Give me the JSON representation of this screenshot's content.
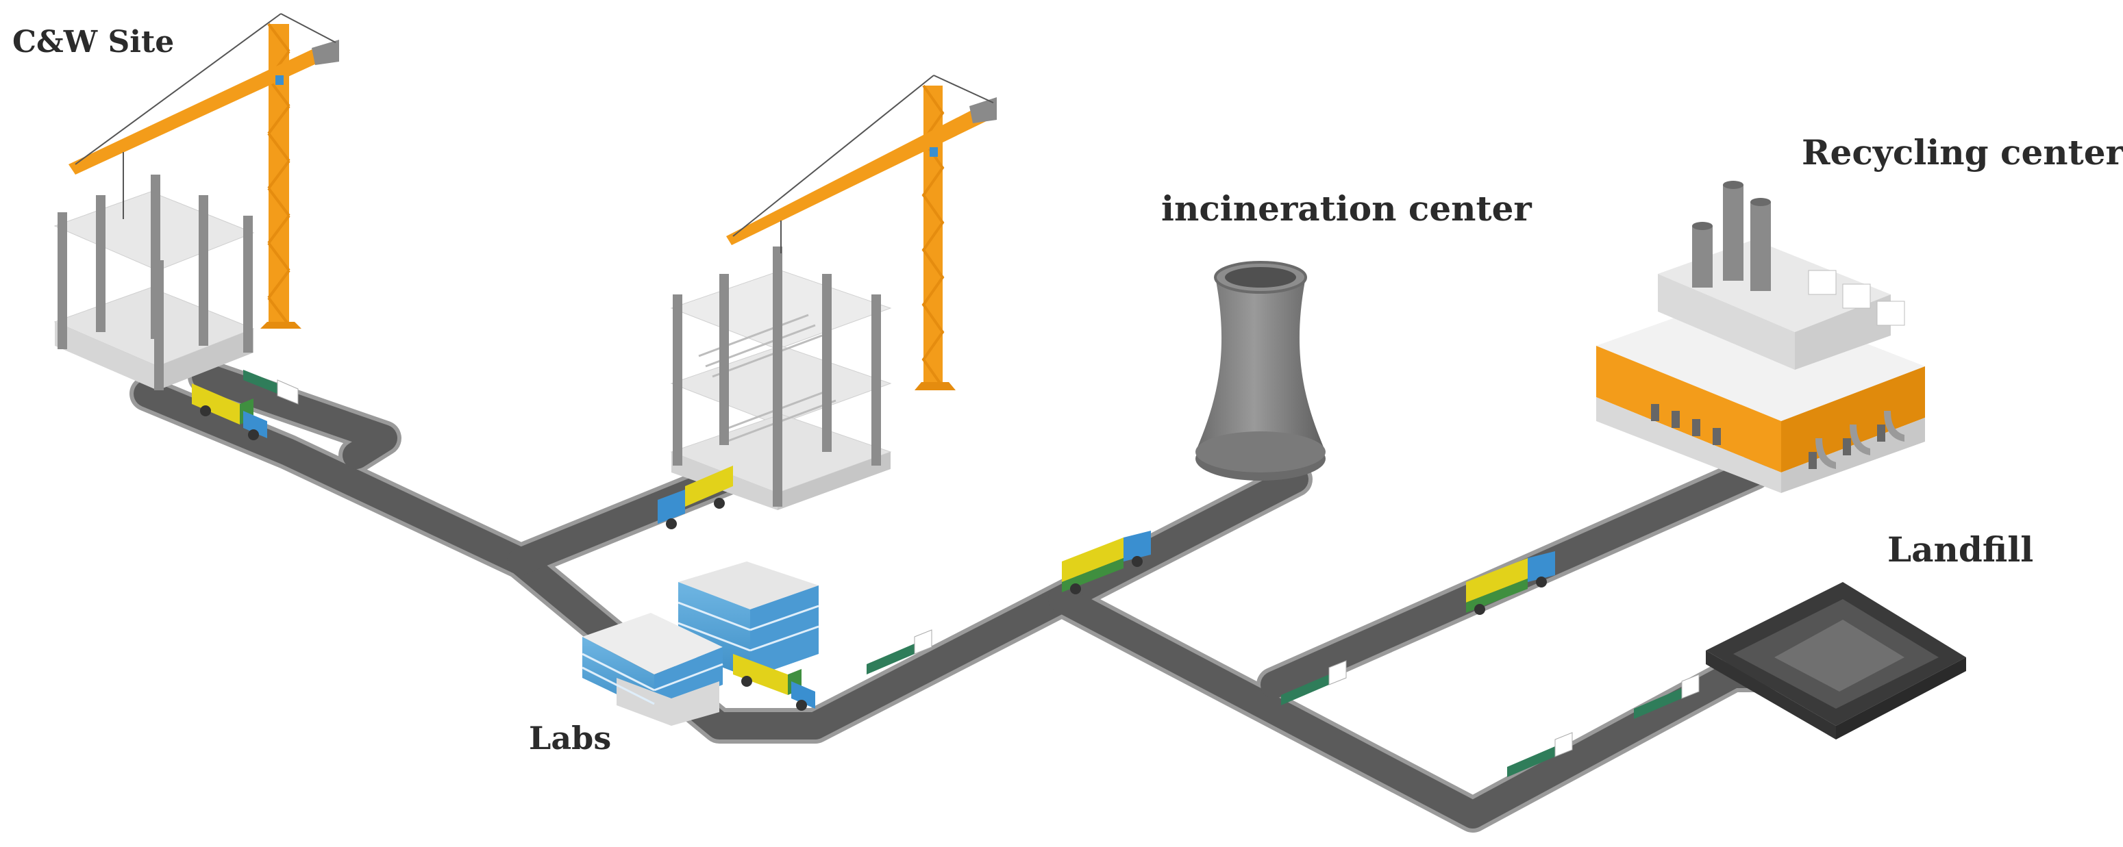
{
  "labels": {
    "cw_site": "C&W Site",
    "incineration": "incineration center",
    "recycling": "Recycling center",
    "landfill": "Landfill",
    "labs": "Labs"
  },
  "icons": {
    "sites": [
      "crane-icon",
      "building-frame-icon",
      "office-building-icon",
      "cooling-tower-icon",
      "factory-icon",
      "landfill-pit-icon"
    ],
    "vehicles": [
      "dump-truck-icon",
      "flatbed-truck-icon"
    ]
  },
  "colors": {
    "road": "#6b6b6b",
    "road_edge": "#8a8a8a",
    "crane": "#f39c1a",
    "truck_cab": "#3a8fd0",
    "truck_cargo_yellow": "#e2d21a",
    "truck_cargo_green": "#3f8f3f",
    "factory_band": "#f39c1a",
    "tower": "#7d7d7d"
  }
}
